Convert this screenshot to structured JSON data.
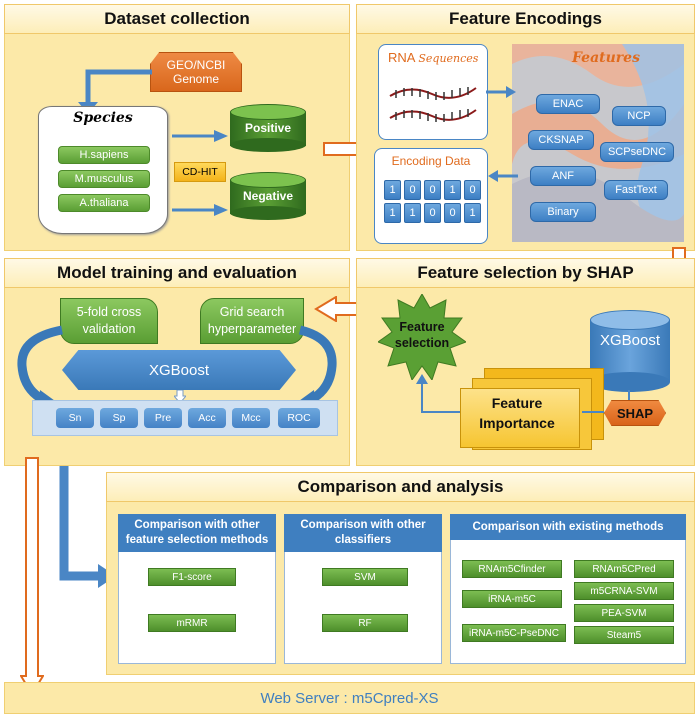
{
  "panels": {
    "dataset": "Dataset collection",
    "encodings": "Feature Encodings",
    "model": "Model training and evaluation",
    "selection": "Feature selection by SHAP",
    "comparison": "Comparison and analysis"
  },
  "dataset": {
    "geo": "GEO/NCBI\nGenome",
    "species_title": "Species",
    "species": [
      "H.sapiens",
      "M.musculus",
      "A.thaliana"
    ],
    "positive": "Positive",
    "negative": "Negative",
    "cdhit": "CD-HIT"
  },
  "encodings": {
    "rna_label": "RNA",
    "rna_italic": "Sequences",
    "encoding_data": "Encoding Data",
    "matrix_row1": [
      "1",
      "0",
      "0",
      "1",
      "0"
    ],
    "matrix_row2": [
      "1",
      "1",
      "0",
      "0",
      "1"
    ],
    "features_title": "Features",
    "features": [
      "ENAC",
      "NCP",
      "CKSNAP",
      "SCPseDNC",
      "ANF",
      "FastText",
      "Binary"
    ]
  },
  "model": {
    "cv": "5-fold cross validation",
    "grid": "Grid search hyperparameter",
    "xgboost": "XGBoost",
    "metrics": [
      "Sn",
      "Sp",
      "Pre",
      "Acc",
      "Mcc",
      "ROC"
    ]
  },
  "selection": {
    "feature_selection": "Feature selection",
    "xgboost": "XGBoost",
    "importance": "Feature Importance",
    "shap": "SHAP"
  },
  "comparison": {
    "col1_title": "Comparison with other feature selection methods",
    "col1_items": [
      "F1-score",
      "mRMR"
    ],
    "col2_title": "Comparison with other classifiers",
    "col2_items": [
      "SVM",
      "RF"
    ],
    "col3_title": "Comparison with existing methods",
    "col3_left": [
      "RNAm5Cfinder",
      "iRNA-m5C",
      "iRNA-m5C-PseDNC"
    ],
    "col3_right": [
      "RNAm5CPred",
      "m5CRNA-SVM",
      "PEA-SVM",
      "Steam5"
    ]
  },
  "footer": "Web Server : m5Cpred-XS",
  "colors": {
    "panel": "#fce9a8",
    "green": "#5a9e34",
    "blue": "#3f7fc0",
    "orange": "#e06b1e"
  }
}
